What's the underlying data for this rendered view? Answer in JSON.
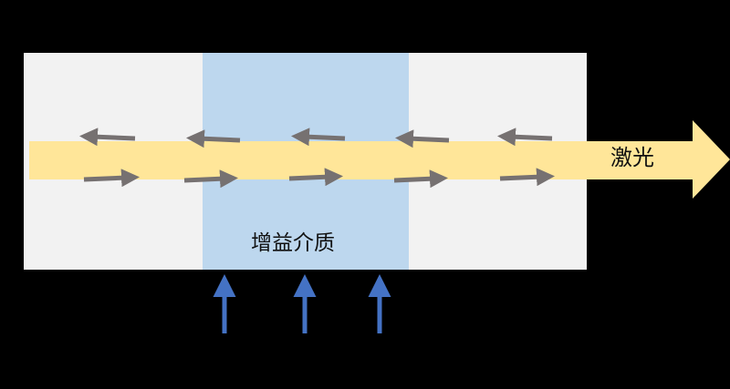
{
  "diagram": {
    "laser_label": "激光",
    "medium_label": "增益介质",
    "colors": {
      "background": "#000000",
      "cavity": "#f2f2f2",
      "medium": "#bdd7ee",
      "beam": "#ffe699",
      "photon_arrow": "#767171",
      "pump_arrow": "#4472c4"
    },
    "photon_arrows": {
      "leftward_count": 5,
      "rightward_count": 5
    },
    "pump_arrow_count": 3
  }
}
